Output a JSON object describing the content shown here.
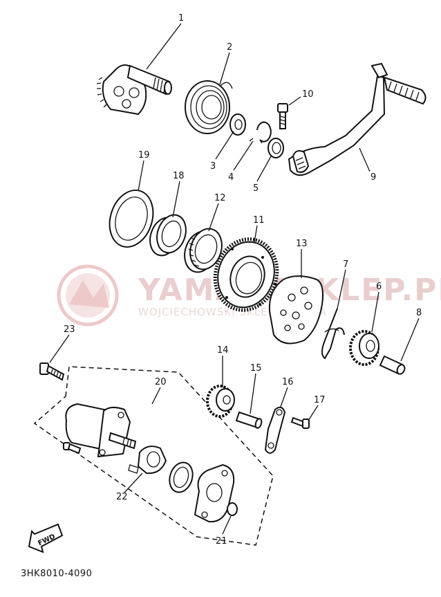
{
  "diagram": {
    "code": "3HK8010-4090",
    "fwd_label": "FWD",
    "colors": {
      "line": "#111111",
      "watermark": "#e0a6a6"
    },
    "watermark": {
      "brand": "YAMAHASKLEP.PL",
      "sub": "WOJCIECHOWSKI SKLEP YAMAHA"
    },
    "callouts": [
      "1",
      "2",
      "3",
      "4",
      "5",
      "6",
      "7",
      "8",
      "9",
      "10",
      "11",
      "12",
      "13",
      "14",
      "15",
      "16",
      "17",
      "18",
      "19",
      "20",
      "21",
      "22",
      "23"
    ]
  }
}
